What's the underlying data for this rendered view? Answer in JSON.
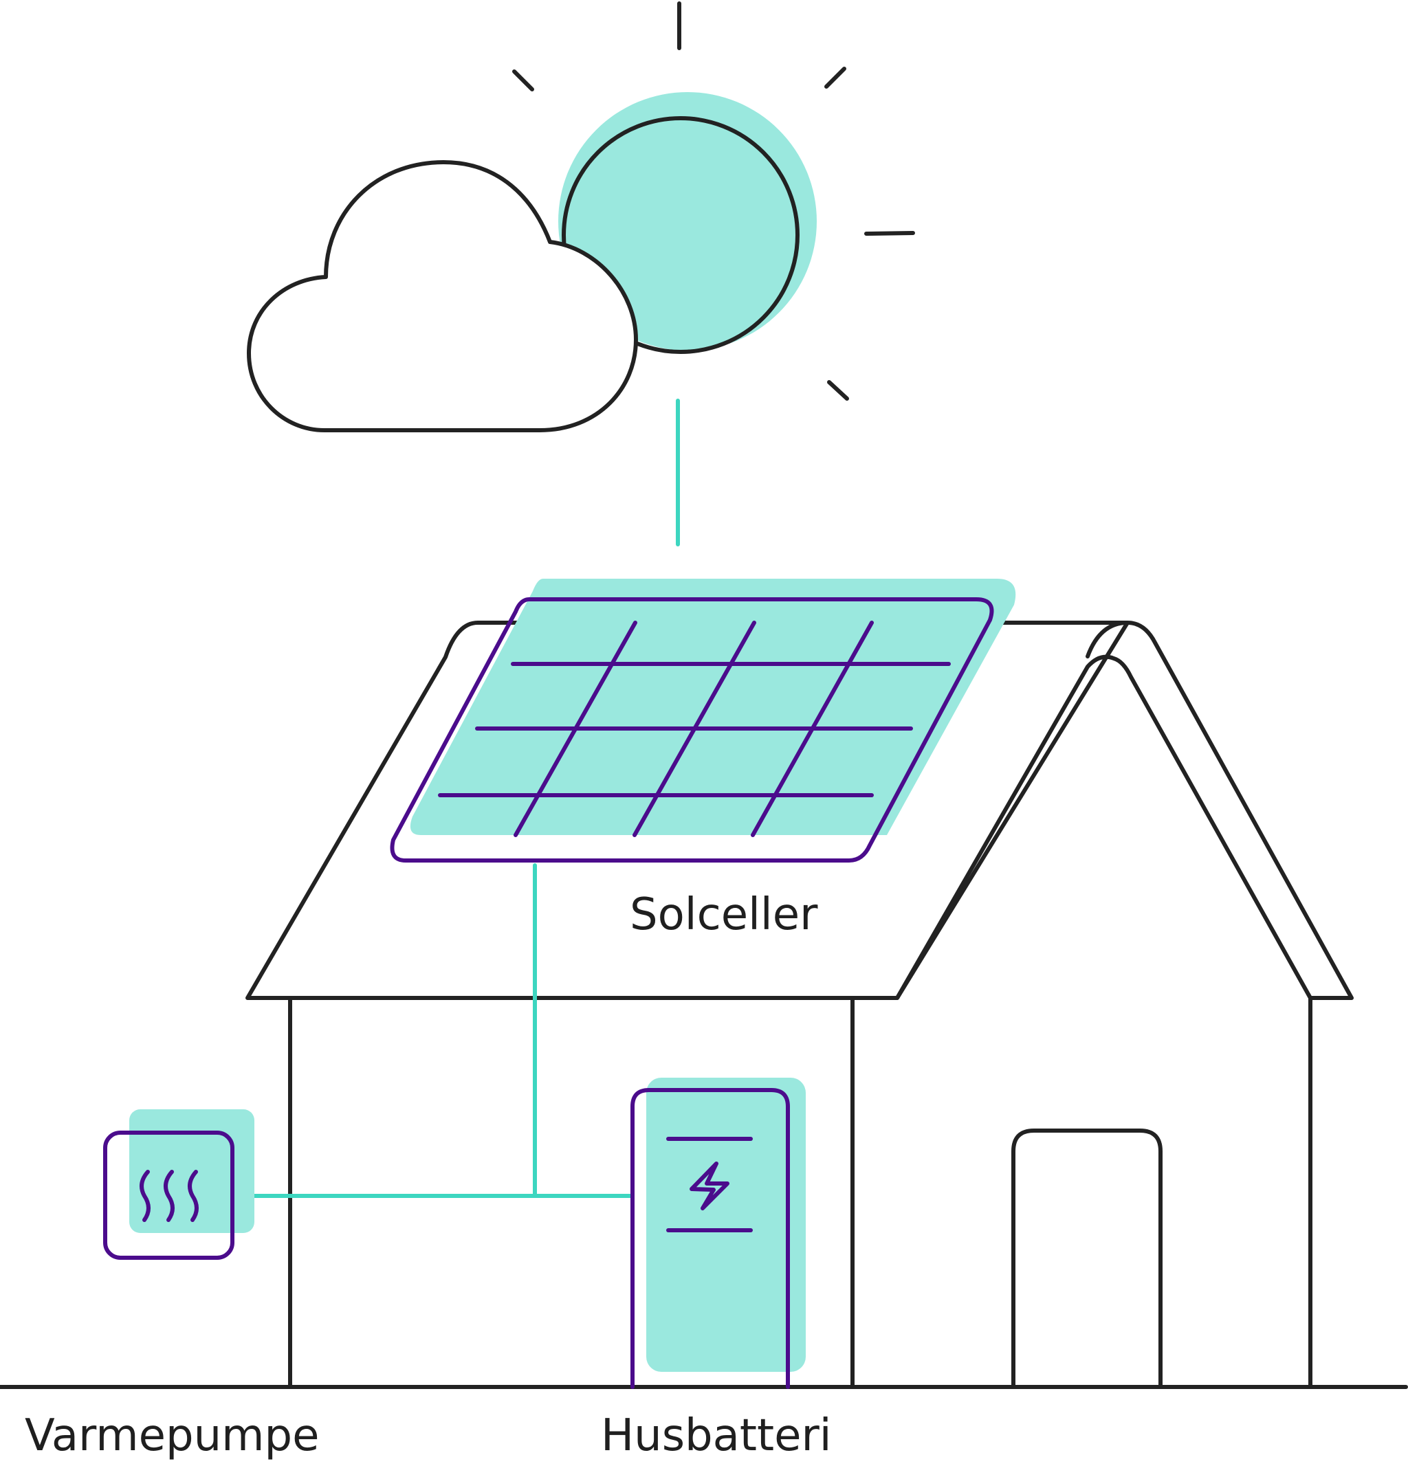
{
  "labels": {
    "solar": "Solceller",
    "heat_pump": "Varmepumpe",
    "battery": "Husbatteri"
  },
  "colors": {
    "line": "#222222",
    "device_outline": "#4b0c8c",
    "accent_fill": "#9ae8de",
    "wire": "#3dd6c0",
    "background": "#ffffff"
  },
  "icons": {
    "sun": "sun-icon",
    "cloud": "cloud-icon",
    "house": "house-icon",
    "solar_panel": "solar-panel-icon",
    "heat_pump": "heat-waves-icon",
    "battery": "lightning-bolt-icon",
    "door": "door-icon"
  }
}
